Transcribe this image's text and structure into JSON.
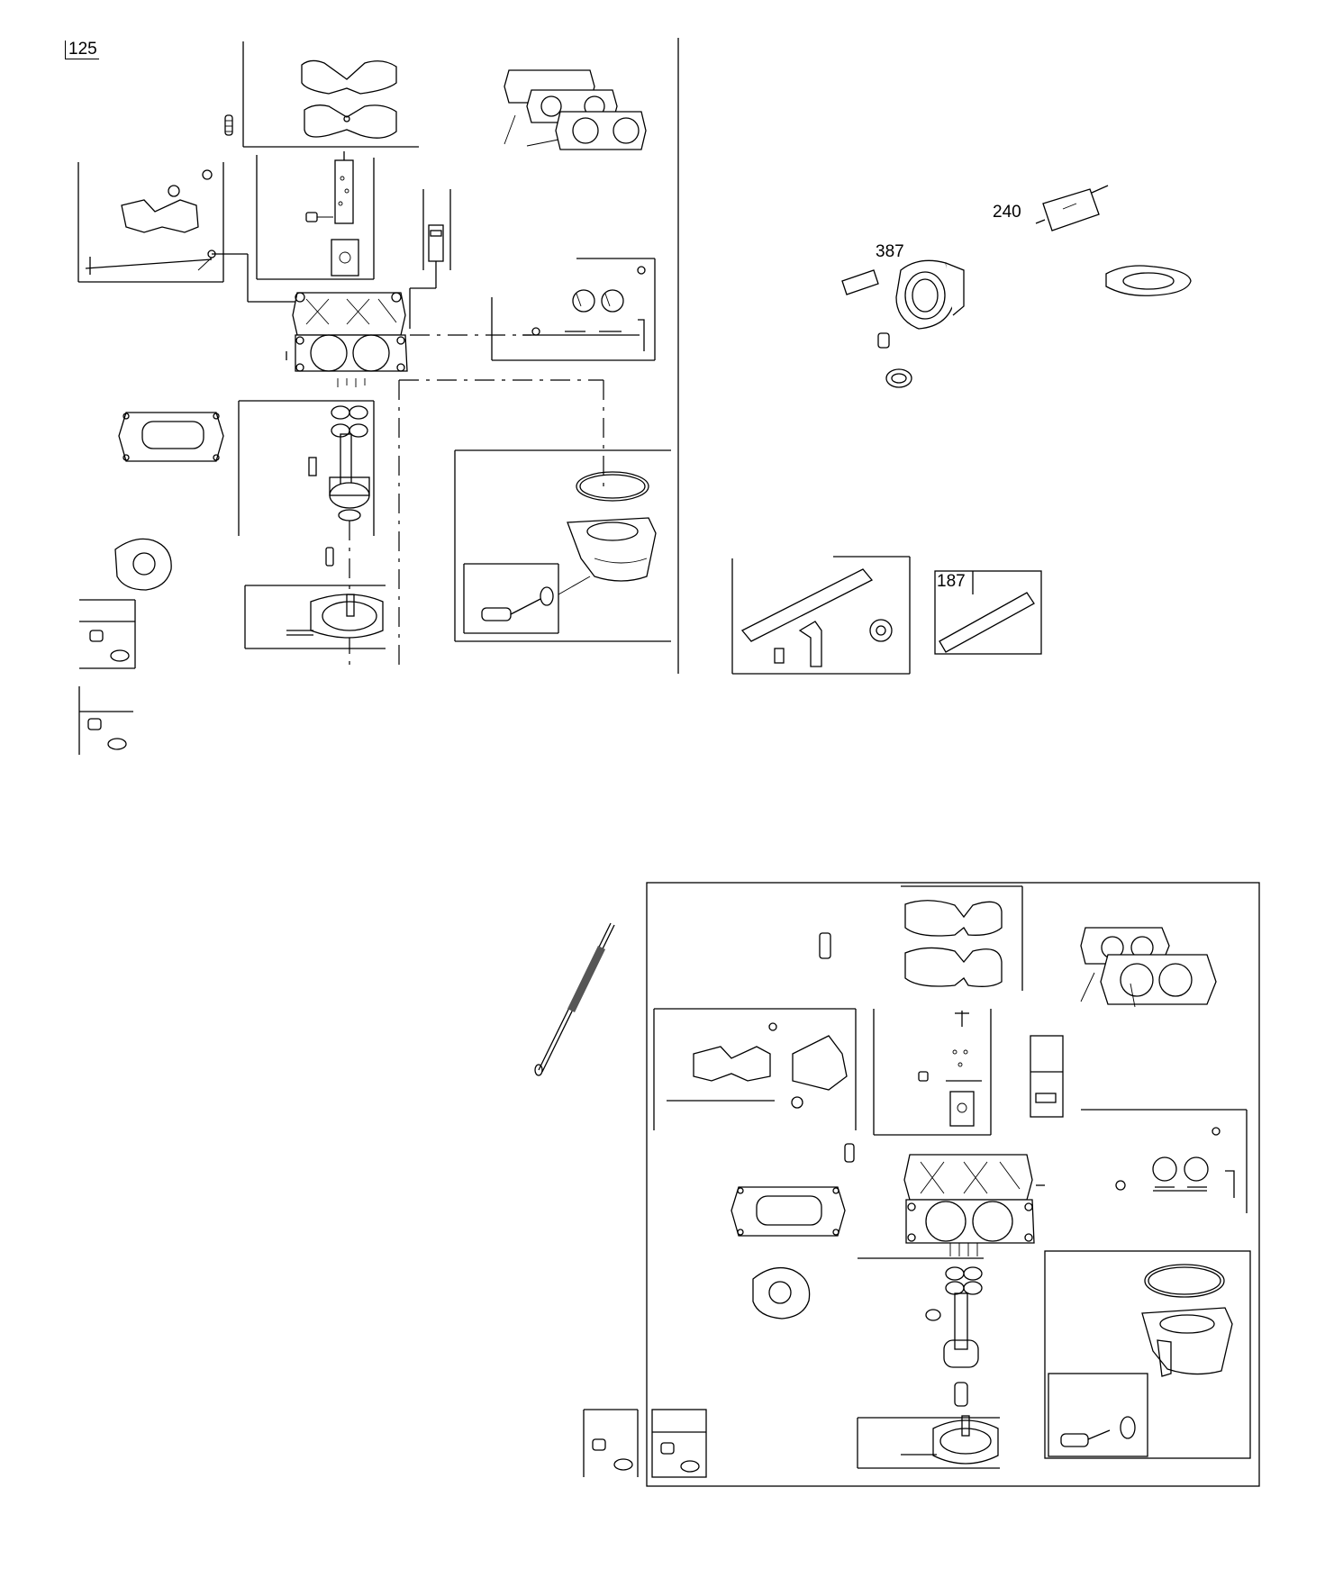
{
  "callouts": [
    {
      "id": "ref-125",
      "label": "125"
    },
    {
      "id": "ref-240",
      "label": "240"
    },
    {
      "id": "ref-387",
      "label": "387"
    },
    {
      "id": "ref-187",
      "label": "187"
    }
  ]
}
